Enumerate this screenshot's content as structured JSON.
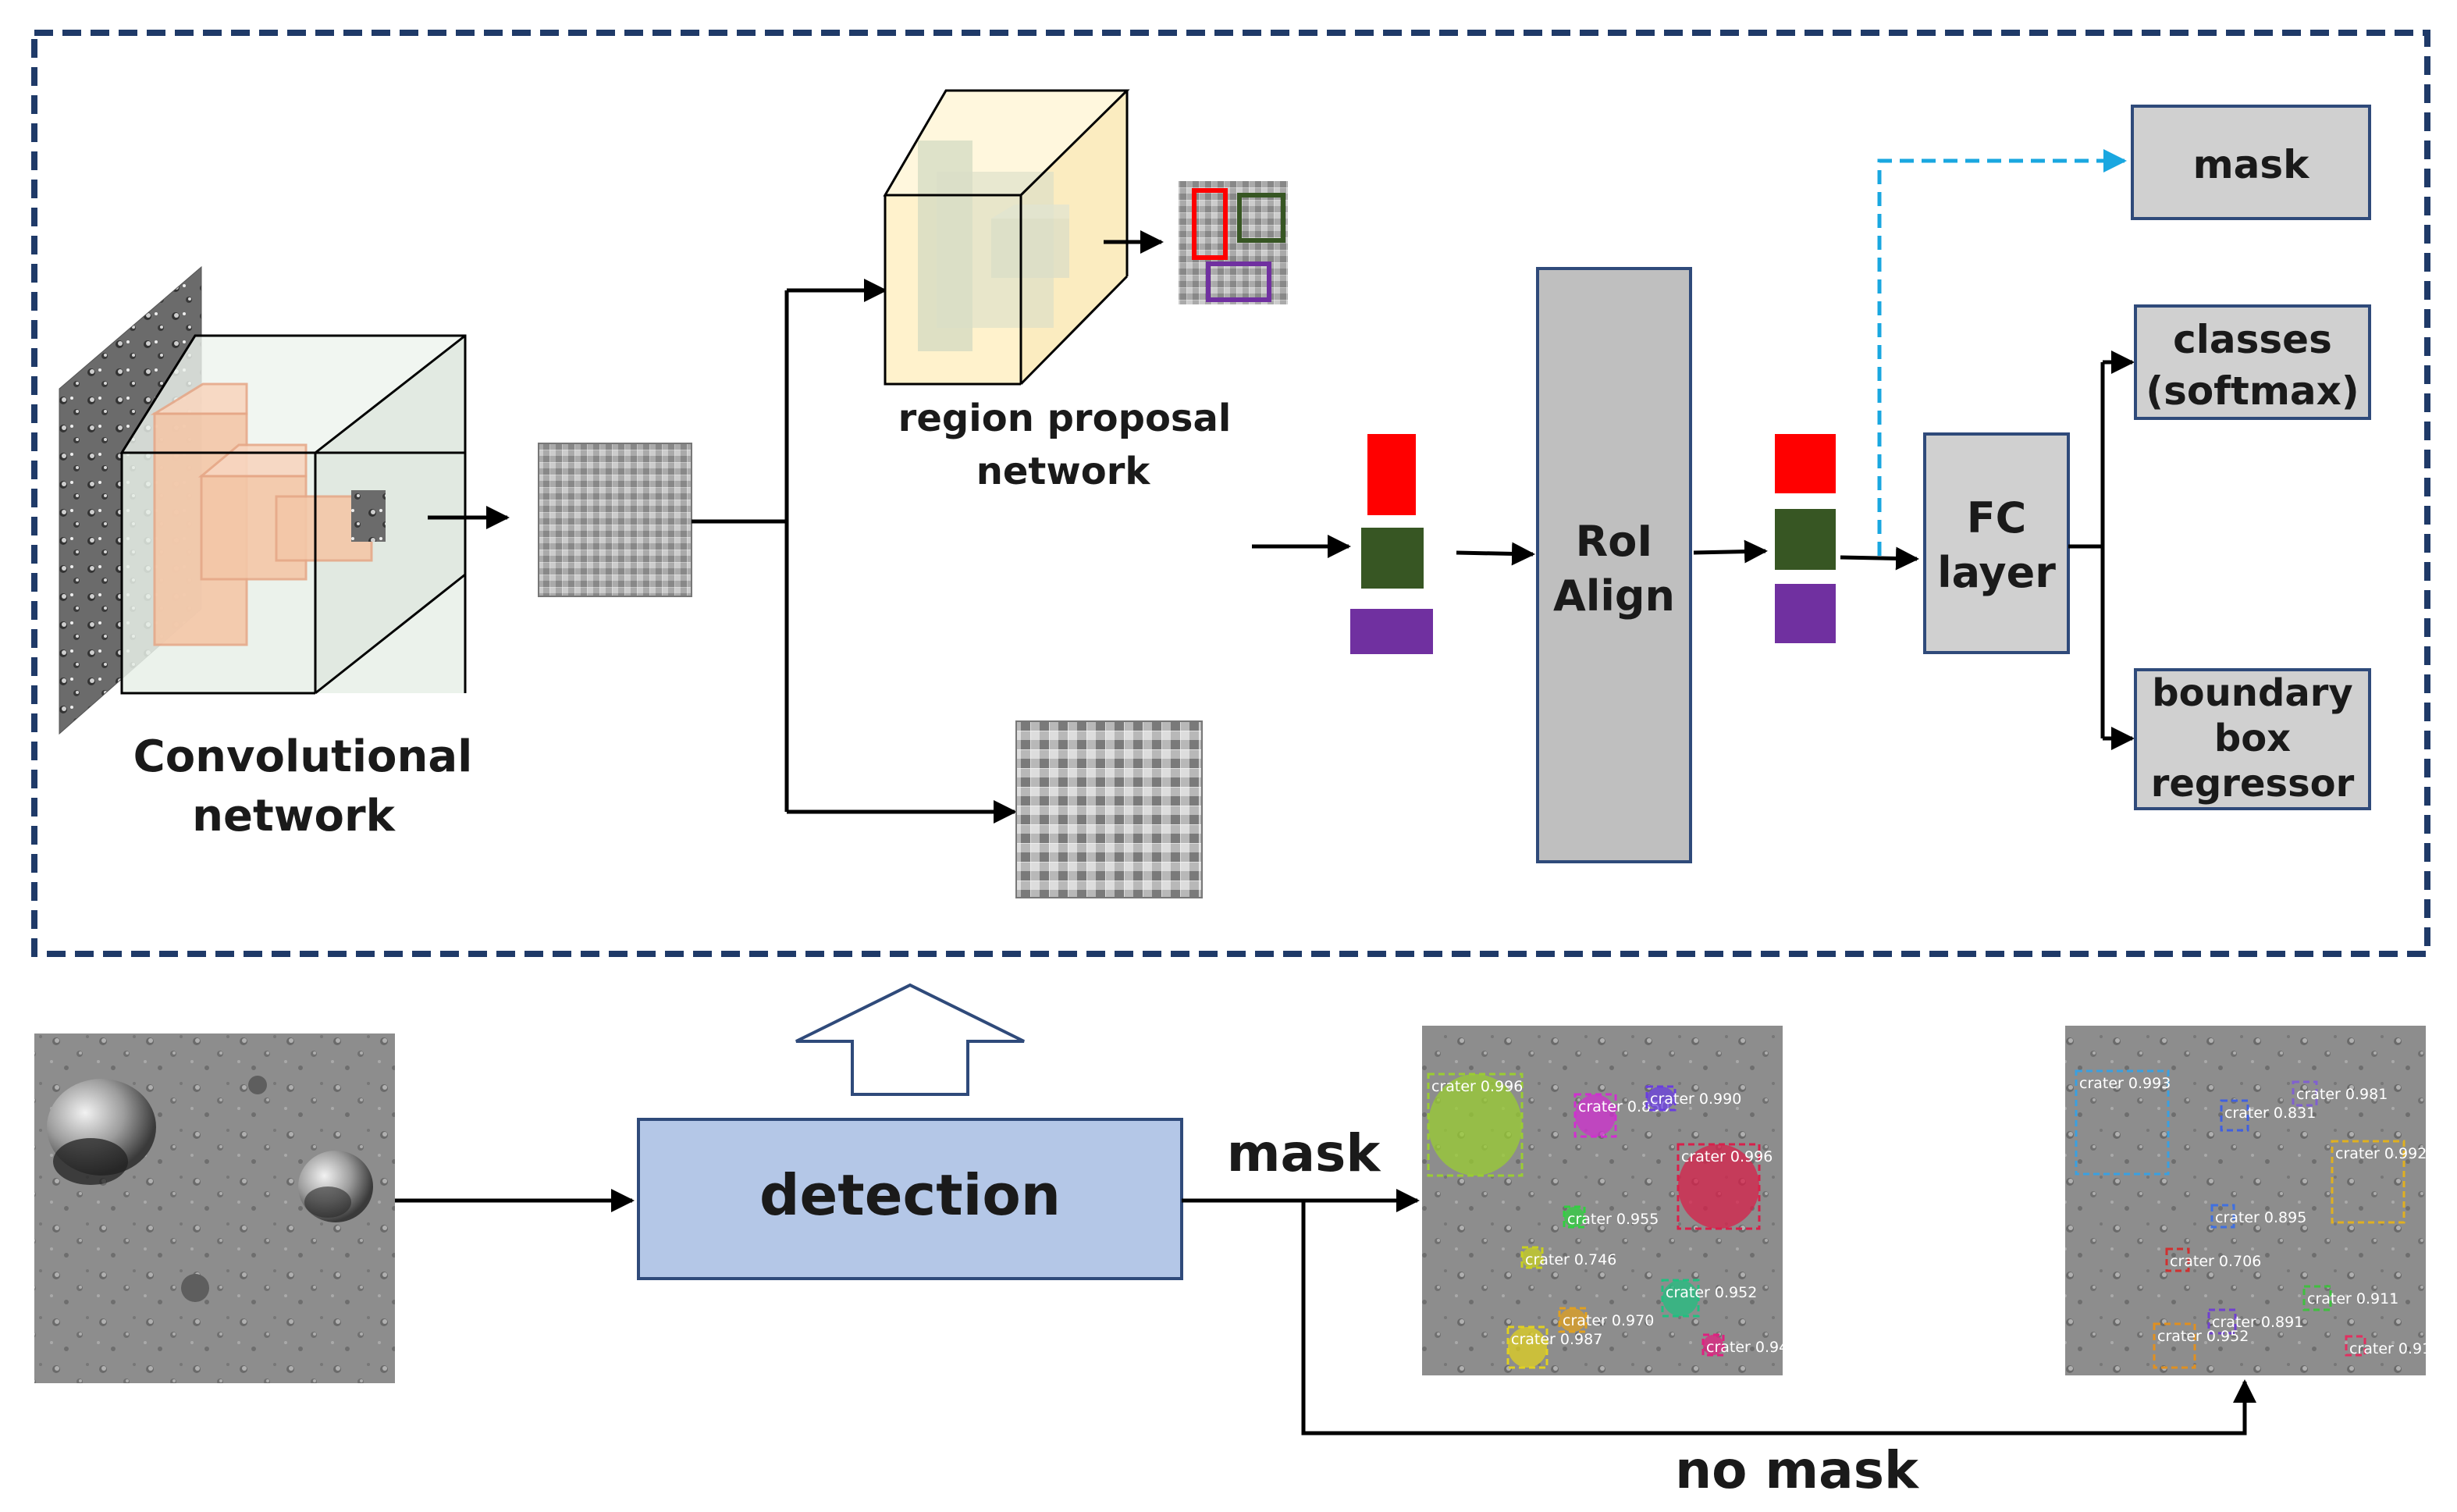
{
  "labels": {
    "conv_line1": "Convolutional",
    "conv_line2": "network",
    "rpn_line1": "region proposal",
    "rpn_line2": "network",
    "roi_line1": "RoI",
    "roi_line2": "Align",
    "fc_line1": "FC",
    "fc_line2": "layer",
    "mask_out": "mask",
    "classes_line1": "classes",
    "classes_line2": "(softmax)",
    "bbox_line1": "boundary",
    "bbox_line2": "box",
    "bbox_line3": "regressor",
    "detection": "detection",
    "mask_branch": "mask",
    "nomask_branch": "no mask"
  },
  "masked_detections": [
    {
      "label": "crater 0.996",
      "color": "#9ACD32"
    },
    {
      "label": "crater 0.850",
      "color": "#D02FD0"
    },
    {
      "label": "crater 0.990",
      "color": "#6A3DE0"
    },
    {
      "label": "crater 0.996",
      "color": "#D8204A"
    },
    {
      "label": "crater 0.955",
      "color": "#30D040"
    },
    {
      "label": "crater 0.746",
      "color": "#C8D020"
    },
    {
      "label": "crater 0.952",
      "color": "#20C080"
    },
    {
      "label": "crater 0.970",
      "color": "#E0A020"
    },
    {
      "label": "crater 0.987",
      "color": "#E0D020"
    },
    {
      "label": "crater 0.94",
      "color": "#E02080"
    }
  ],
  "box_detections": [
    {
      "label": "crater 0.993",
      "color": "#3AA0E0"
    },
    {
      "label": "crater 0.831",
      "color": "#4060E0"
    },
    {
      "label": "crater 0.981",
      "color": "#8060D0"
    },
    {
      "label": "crater 0.992",
      "color": "#E0B020"
    },
    {
      "label": "crater 0.895",
      "color": "#4070E0"
    },
    {
      "label": "crater 0.706",
      "color": "#D03030"
    },
    {
      "label": "crater 0.911",
      "color": "#40C040"
    },
    {
      "label": "crater 0.891",
      "color": "#7040D0"
    },
    {
      "label": "crater 0.952",
      "color": "#E09020"
    },
    {
      "label": "crater 0.91",
      "color": "#E03060"
    }
  ],
  "colors": {
    "frame": "#1F3A68",
    "red": "#FF0000",
    "green": "#375623",
    "purple": "#7030A0",
    "gray_box": "#D0D0D0",
    "roi_box": "#BFBFBF",
    "detection_box": "#B4C7E7",
    "rpn_cube": "#FFF2CC",
    "conv_cube": "#E8F0E8",
    "blue_dashed": "#1AA7E0",
    "filter": "#F4C7A8"
  }
}
